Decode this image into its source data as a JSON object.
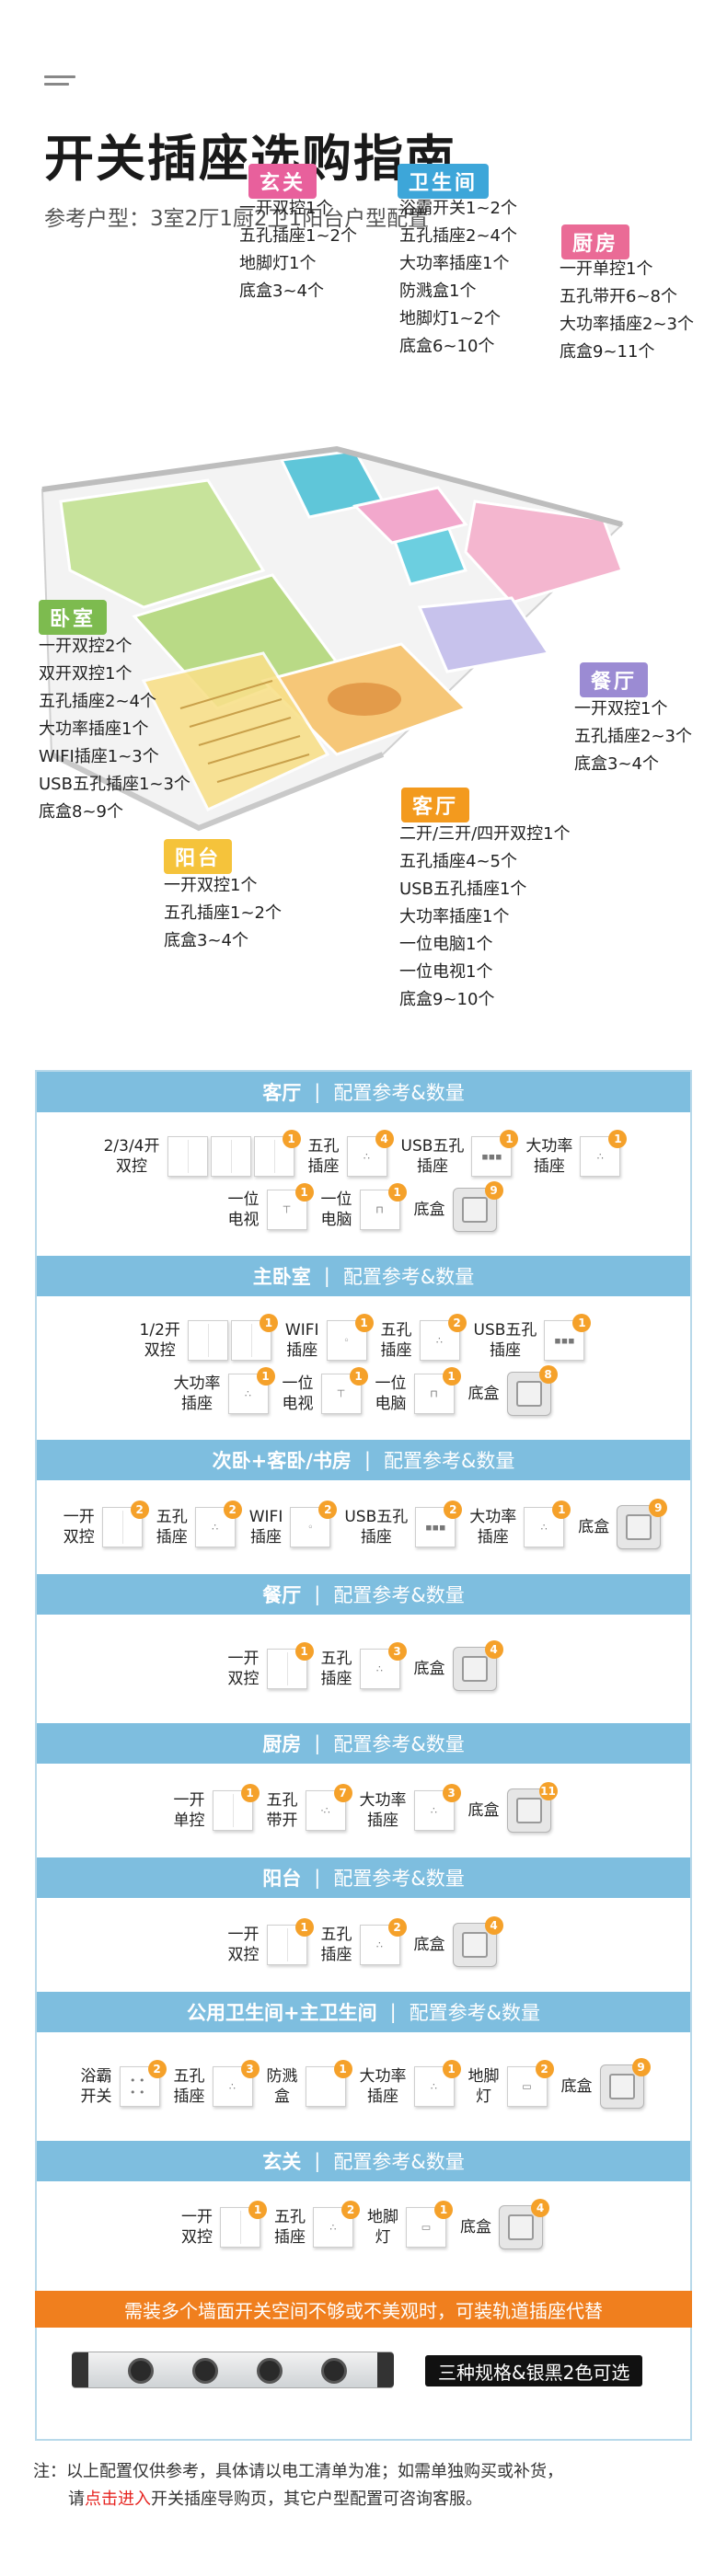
{
  "header": {
    "title": "开关插座选购指南",
    "subtitle": "参考户型：3室2厅1厨2卫1阳台户型配置"
  },
  "rooms": {
    "xuanguan": {
      "tag": "玄关",
      "color": "#e8609c",
      "items": [
        "一开双控1个",
        "五孔插座1~2个",
        "地脚灯1个",
        "底盒3~4个"
      ]
    },
    "weishengjian": {
      "tag": "卫生间",
      "color": "#3da6d9",
      "items": [
        "浴霸开关1~2个",
        "五孔插座2~4个",
        "大功率插座1个",
        "防溅盒1个",
        "地脚灯1~2个",
        "底盒6~10个"
      ]
    },
    "chufang": {
      "tag": "厨房",
      "color": "#ea6b96",
      "items": [
        "一开单控1个",
        "五孔带开6~8个",
        "大功率插座2~3个",
        "底盒9~11个"
      ]
    },
    "woshi": {
      "tag": "卧室",
      "color": "#7dbb4f",
      "items": [
        "一开双控2个",
        "双开双控1个",
        "五孔插座2~4个",
        "大功率插座1个",
        "WIFI插座1~3个",
        "USB五孔插座1~3个",
        "底盒8~9个"
      ]
    },
    "canting": {
      "tag": "餐厅",
      "color": "#9b8bd3",
      "items": [
        "一开双控1个",
        "五孔插座2~3个",
        "底盒3~4个"
      ]
    },
    "keting": {
      "tag": "客厅",
      "color": "#f39a1e",
      "items": [
        "二开/三开/四开双控1个",
        "五孔插座4~5个",
        "USB五孔插座1个",
        "大功率插座1个",
        "一位电脑1个",
        "一位电视1个",
        "底盒9~10个"
      ]
    },
    "yangtai": {
      "tag": "阳台",
      "color": "#f5c33b",
      "items": [
        "一开双控1个",
        "五孔插座1~2个",
        "底盒3~4个"
      ]
    }
  },
  "config_suffix": "配置参考&数量",
  "sections": [
    {
      "name": "客厅",
      "rows": [
        [
          {
            "label": "2/3/4开\n双控",
            "type": "switch3",
            "qty": "1"
          },
          {
            "label": "五孔\n插座",
            "type": "socket",
            "qty": "4"
          },
          {
            "label": "USB五孔\n插座",
            "type": "usb",
            "qty": "1"
          },
          {
            "label": "大功率\n插座",
            "type": "socket",
            "qty": "1"
          }
        ],
        [
          {
            "label": "一位\n电视",
            "type": "tv",
            "qty": "1"
          },
          {
            "label": "一位\n电脑",
            "type": "pc",
            "qty": "1"
          },
          {
            "label": "底盒",
            "type": "box",
            "qty": "9"
          }
        ]
      ]
    },
    {
      "name": "主卧室",
      "rows": [
        [
          {
            "label": "1/2开\n双控",
            "type": "switch2",
            "qty": "1"
          },
          {
            "label": "WIFI\n插座",
            "type": "wifi",
            "qty": "1"
          },
          {
            "label": "五孔\n插座",
            "type": "socket",
            "qty": "2"
          },
          {
            "label": "USB五孔\n插座",
            "type": "usb",
            "qty": "1"
          }
        ],
        [
          {
            "label": "大功率\n插座",
            "type": "socket",
            "qty": "1"
          },
          {
            "label": "一位\n电视",
            "type": "tv",
            "qty": "1"
          },
          {
            "label": "一位\n电脑",
            "type": "pc",
            "qty": "1"
          },
          {
            "label": "底盒",
            "type": "box",
            "qty": "8"
          }
        ]
      ]
    },
    {
      "name": "次卧+客卧/书房",
      "rows": [
        [
          {
            "label": "一开\n双控",
            "type": "switch",
            "qty": "2"
          },
          {
            "label": "五孔\n插座",
            "type": "socket",
            "qty": "2"
          },
          {
            "label": "WIFI\n插座",
            "type": "wifi",
            "qty": "2"
          },
          {
            "label": "USB五孔\n插座",
            "type": "usb",
            "qty": "2"
          },
          {
            "label": "大功率\n插座",
            "type": "socket",
            "qty": "1"
          },
          {
            "label": "底盒",
            "type": "box",
            "qty": "9"
          }
        ]
      ]
    },
    {
      "name": "餐厅",
      "rows": [
        [
          {
            "label": "一开\n双控",
            "type": "switch",
            "qty": "1"
          },
          {
            "label": "五孔\n插座",
            "type": "socket",
            "qty": "3"
          },
          {
            "label": "底盒",
            "type": "box",
            "qty": "4"
          }
        ]
      ]
    },
    {
      "name": "厨房",
      "rows": [
        [
          {
            "label": "一开\n单控",
            "type": "switch",
            "qty": "1"
          },
          {
            "label": "五孔\n带开",
            "type": "socketsw",
            "qty": "7"
          },
          {
            "label": "大功率\n插座",
            "type": "socket",
            "qty": "3"
          },
          {
            "label": "底盒",
            "type": "box",
            "qty": "11"
          }
        ]
      ]
    },
    {
      "name": "阳台",
      "rows": [
        [
          {
            "label": "一开\n双控",
            "type": "switch",
            "qty": "1"
          },
          {
            "label": "五孔\n插座",
            "type": "socket",
            "qty": "2"
          },
          {
            "label": "底盒",
            "type": "box",
            "qty": "4"
          }
        ]
      ]
    },
    {
      "name": "公用卫生间+主卫生间",
      "rows": [
        [
          {
            "label": "浴霸\n开关",
            "type": "yuba",
            "qty": "2"
          },
          {
            "label": "五孔\n插座",
            "type": "socket",
            "qty": "3"
          },
          {
            "label": "防溅\n盒",
            "type": "splash",
            "qty": "1"
          },
          {
            "label": "大功率\n插座",
            "type": "socket",
            "qty": "1"
          },
          {
            "label": "地脚\n灯",
            "type": "foot",
            "qty": "2"
          },
          {
            "label": "底盒",
            "type": "box",
            "qty": "9"
          }
        ]
      ]
    },
    {
      "name": "玄关",
      "rows": [
        [
          {
            "label": "一开\n双控",
            "type": "switch",
            "qty": "1"
          },
          {
            "label": "五孔\n插座",
            "type": "socket",
            "qty": "2"
          },
          {
            "label": "地脚\n灯",
            "type": "foot",
            "qty": "1"
          },
          {
            "label": "底盒",
            "type": "box",
            "qty": "4"
          }
        ]
      ]
    }
  ],
  "track_banner": "需装多个墙面开关空间不够或不美观时，可装轨道插座代替",
  "track_option": "三种规格&银黑2色可选",
  "note": {
    "line1": "注：以上配置仅供参考，具体请以电工清单为准；如需单独购买或补货，",
    "line2_pre": "请",
    "line2_link": "点击进入",
    "line2_post": "开关插座导购页，其它户型配置可咨询客服。"
  }
}
